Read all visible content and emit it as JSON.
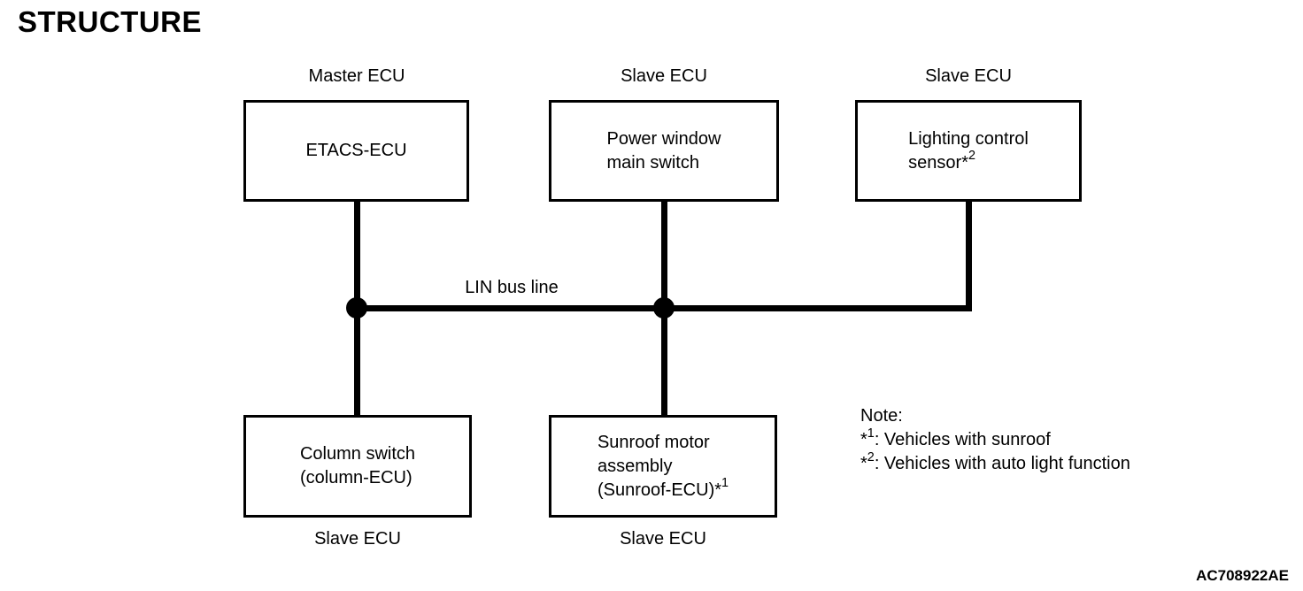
{
  "page": {
    "title": "STRUCTURE",
    "figure_code": "AC708922AE"
  },
  "diagram": {
    "bus_label": "LIN bus line",
    "nodes": [
      {
        "role_label": "Master ECU",
        "lines": [
          "ETACS-ECU"
        ]
      },
      {
        "role_label": "Slave ECU",
        "lines": [
          "Power window",
          "main switch"
        ]
      },
      {
        "role_label": "Slave ECU",
        "lines": [
          "Lighting control",
          {
            "main": "sensor*",
            "sup": "2"
          }
        ]
      },
      {
        "role_label": "Slave ECU",
        "lines": [
          "Column switch",
          "(column-ECU)"
        ]
      },
      {
        "role_label": "Slave ECU",
        "lines": [
          "Sunroof motor",
          "assembly",
          {
            "main": "(Sunroof-ECU)*",
            "sup": "1"
          }
        ]
      }
    ],
    "note": {
      "heading": "Note:",
      "items": [
        {
          "star": "*",
          "sup": "1",
          "text": ": Vehicles with sunroof"
        },
        {
          "star": "*",
          "sup": "2",
          "text": ": Vehicles with auto light function"
        }
      ]
    }
  },
  "colors": {
    "background": "#ffffff",
    "line": "#000000",
    "text": "#000000"
  }
}
